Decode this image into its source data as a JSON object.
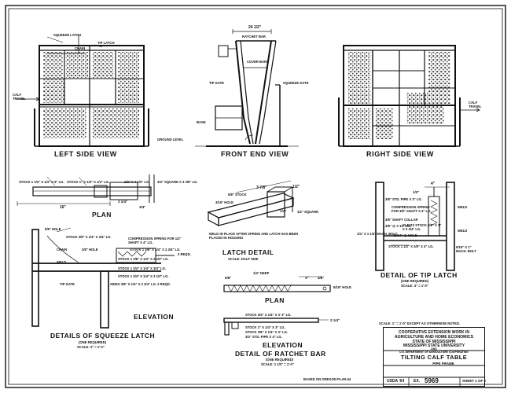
{
  "views": {
    "left_side": "LEFT SIDE VIEW",
    "front_end": "FRONT END VIEW",
    "right_side": "RIGHT SIDE VIEW"
  },
  "left_side_labels": {
    "squeeze_latch": "SQUEEZE LATCH",
    "tip_latch": "TIP LATCH",
    "chain": "CHAIN",
    "calf_travel": "CALF TRAVEL",
    "ground_level": "GROUND LEVEL"
  },
  "front_labels": {
    "width": "24 1/2\"",
    "ratchet_bar": "RATCHET BAR",
    "cover_bars": "COVER BARS",
    "tip_gate": "TIP GATE",
    "squeeze_gate": "SQUEEZE GATE",
    "base": "BASE"
  },
  "right_side_labels": {
    "calf_travel": "CALF TRAVEL"
  },
  "plan_view": {
    "title": "PLAN",
    "stock_1": "STOCK 1 1/2\" X 1/4\" X 6\" LG.",
    "stock_2": "STOCK 1\" X 1/4\" X 1/2\" LG.",
    "stock_3": "1/2\" X 4 1/2\" LG.",
    "square": "3/4\" SQUARE X 3 3/8\" LG.",
    "dim_16": "16\"",
    "dim_a": "3 1/4\"",
    "dim_b": "3/4\""
  },
  "squeeze_elevation": {
    "title": "ELEVATION",
    "hole": "5/8\" HOLE",
    "stock_a": "STOCK 3/8\" X 1/4\" X 3/4\" LG.",
    "spring": "COMPRESSION SPRING FOR 1/2\" SHAFT X 4\" LG.",
    "stock_b": "STOCK 1 3/8\" X 1/4\" X 2 3/4\" LG.",
    "regd": "2 REQD.",
    "stock_c": "STOCK 1 3/8\" X 1/4\" X 2 1/2\" LG.",
    "stock_d": "STOCK 1 3/4\" X 1/4\" X 3/4\" LG.",
    "stock_e": "STOCK 1 3/4\" X 1/4\" X 3 1/2\" LG.",
    "sides": "SIDES 3/8\" X 1/4\" X 2 3/4\" LG. 2 REQD.",
    "chain": "CHAIN",
    "weld": "WELD",
    "tip_gate": "TIP GATE",
    "hole_small": "3/8\" HOLE"
  },
  "squeeze_title": {
    "title": "DETAILS OF SQUEEZE LATCH",
    "sub": "(ONE REQUIRED)",
    "scale": "SCALE: 3\" = 1'-0\""
  },
  "latch_detail": {
    "title": "LATCH DETAIL",
    "scale": "SCALE: HALF SIZE",
    "stock": "5/8\" STOCK",
    "hole": "3/16\" HOLE",
    "dim_1": "3 7/8\"",
    "dim_2": "1/2\"",
    "square": "1/2\" SQUARE",
    "dim_3": "1/4\"",
    "weld_note": "WELD IN PLACE AFTER SPRING AND LATCH HAS BEEN PLACED IN HOUSING"
  },
  "ratchet_plan": {
    "title": "PLAN",
    "deep": "1/4\" DEEP",
    "dim_1": "5/8\"",
    "hole": "5/16\" HOLE",
    "dim_2": "3\"",
    "dim_3": "3/8\""
  },
  "ratchet_elevation": {
    "title": "ELEVATION",
    "stock_1": "STOCK 3/4\" X 1/4\" X 3' 3\" LG.",
    "stock_2": "STOCK 1\" X 1/4\" X 3\" LG.",
    "stock_3": "STOCK 3/8\" X 1/4\" X 3\" LG.",
    "pipe": "3/4\" STD. PIPE X 4\" LG.",
    "dim": "2 1/4\""
  },
  "ratchet_title": {
    "title": "DETAIL OF RATCHET BAR",
    "sub": "(ONE REQUIRED)",
    "scale": "SCALE: 1 1/2\" = 1'-0\""
  },
  "tip_latch": {
    "dim_top": "4\"",
    "dim_2": "1/2\"",
    "pipe": "3/8\" STD. PIPE X 3\" LG.",
    "spring": "COMPRESSION SPRING FOR 3/8\" SHAFT X 4\" LG.",
    "collar": "3/8\" SHAFT COLLAR",
    "clevis": "CLEVIS STOCK 3/8\" X 1\" X 3 3/4\" LG.",
    "shaft": "3/8\" @ X 11\" LG.",
    "hole": "25/64\" @ HOLE",
    "bolt": "1/4\" X 1 1/4\" MACH. BOLT",
    "stock": "STOCK 1 1/2\" X 3/8\" X 4\" LG.",
    "weld_1": "WELD",
    "weld_2": "WELD",
    "bolt_2": "5/16\" X 1\" MACH. BOLT"
  },
  "tip_title": {
    "title": "DETAIL OF TIP LATCH",
    "sub": "(ONE REQUIRED)",
    "scale": "SCALE: 3\" = 1'-0\""
  },
  "scale_note": "SCALE: 1\" = 1'-0\" EXCEPT AS OTHERWISE NOTED.",
  "based_on": "BASED ON OREGON PLAN 64",
  "title_block": {
    "line1": "COOPERATIVE EXTENSION WORK IN",
    "line2": "AGRICULTURE AND HOME ECONOMICS",
    "line3": "STATE OF MISSISSIPPI",
    "line4": "MISSISSIPPI STATE UNIVERSITY",
    "line5": "AND",
    "line6": "U.S. DEPARTMENT OF AGRICULTURE COOPERATING",
    "title": "TILTING CALF TABLE",
    "subtitle": "PIPE FRAME",
    "usda": "USDA '64",
    "ex": "EX.",
    "number": "5969",
    "sheet": "SHEET 1 OF 2"
  }
}
